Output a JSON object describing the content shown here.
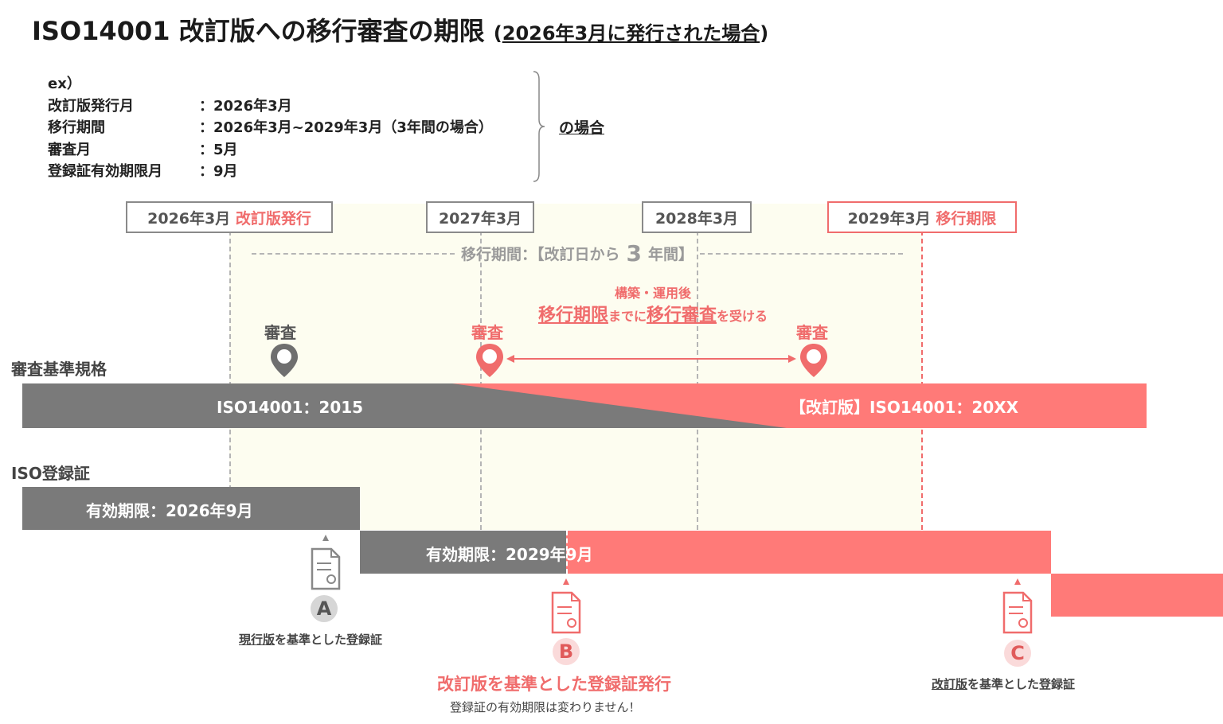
{
  "title": {
    "main": "ISO14001 改訂版への移行審査の期限",
    "paren_open": "(",
    "sub": "2026年3月に発行された場合",
    "paren_close": ")"
  },
  "example": {
    "heading": "ex）",
    "rows": [
      {
        "key": "改訂版発行月",
        "value": "：2026年3月"
      },
      {
        "key": "移行期間",
        "value": "：2026年3月~2029年3月（3年間の場合）"
      },
      {
        "key": "審査月",
        "value": "：5月"
      },
      {
        "key": "登録証有効期限月",
        "value": "：9月"
      }
    ],
    "suffix": "の場合"
  },
  "timeline": {
    "markers": [
      {
        "date": "2026年3月",
        "label": "改訂版発行"
      },
      {
        "date": "2027年3月",
        "label": ""
      },
      {
        "date": "2028年3月",
        "label": ""
      },
      {
        "date": "2029年3月",
        "label": "移行期限"
      }
    ],
    "period": {
      "prefix": "移行期間：【改訂日から",
      "num": "3",
      "suffix": "年間】"
    }
  },
  "note": {
    "line1": "構築・運用後",
    "line2_a": "移行期限",
    "line2_b": "までに",
    "line2_c": "移行審査",
    "line2_d": "を受ける"
  },
  "audit": {
    "label": "審査"
  },
  "standard": {
    "heading": "審査基準規格",
    "old": "ISO14001：2015",
    "new": "【改訂版】ISO14001：20XX"
  },
  "certificate": {
    "heading": "ISO登録証",
    "bar1": "有効期限：2026年9月",
    "bar2": "有効期限：2029年9月"
  },
  "certs": [
    {
      "letter": "A",
      "cap_u": "現行版",
      "cap_rest": "を基準とした登録証"
    },
    {
      "letter": "B",
      "cap_main": "改訂版を基準とした登録証発行",
      "cap_sub": "登録証の有効期限は変わりません！"
    },
    {
      "letter": "C",
      "cap_u": "改訂版",
      "cap_rest": "を基準とした登録証"
    }
  ],
  "colors": {
    "accent": "#f06c6c",
    "gray_bar": "#7a7a7a",
    "red_bar": "#ff7a78",
    "shade": "#fdfdf0"
  }
}
